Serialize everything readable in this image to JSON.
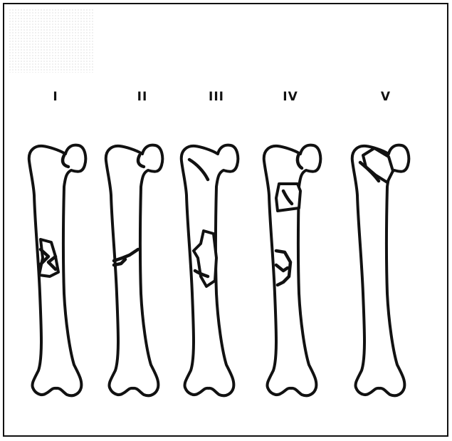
{
  "figure": {
    "types": [
      {
        "id": "type-1",
        "label": "I"
      },
      {
        "id": "type-2",
        "label": "II"
      },
      {
        "id": "type-3",
        "label": "III"
      },
      {
        "id": "type-4",
        "label": "IV"
      },
      {
        "id": "type-5",
        "label": "V"
      }
    ]
  }
}
